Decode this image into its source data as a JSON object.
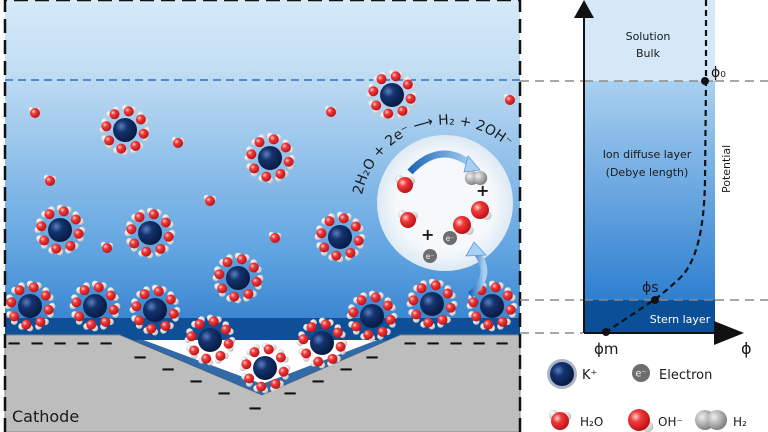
{
  "left_panel": {
    "cathode_label": "Cathode",
    "reaction": "2H₂O + 2e⁻ ⟶ H₂ + 2OH⁻",
    "charge_sign": "−",
    "plus_sign": "+"
  },
  "right_panel": {
    "region_bulk": [
      "Solution",
      "Bulk"
    ],
    "region_diffuse": [
      "Ion diffuse layer",
      "(Debye length)"
    ],
    "region_stern": "Stern layer",
    "y_axis_label": "Potential",
    "x_axis_label": "ϕ",
    "phi_0": "ϕ₀",
    "phi_s": "ϕs",
    "phi_m": "ϕm"
  },
  "legend": {
    "k_ion": "K⁺",
    "electron": "Electron",
    "electron_symbol": "e⁻",
    "water": "H₂O",
    "hydroxide": "OH⁻",
    "hydrogen": "H₂"
  },
  "colors": {
    "bulk": "#d4e8f7",
    "diffuse_top": "#a9d0f0",
    "diffuse_bottom": "#2e7fd0",
    "stern": "#0b4f96",
    "cathode": "#bdbdbd",
    "k_ion": "#0d2a5c",
    "oxygen": "#e8232b"
  }
}
